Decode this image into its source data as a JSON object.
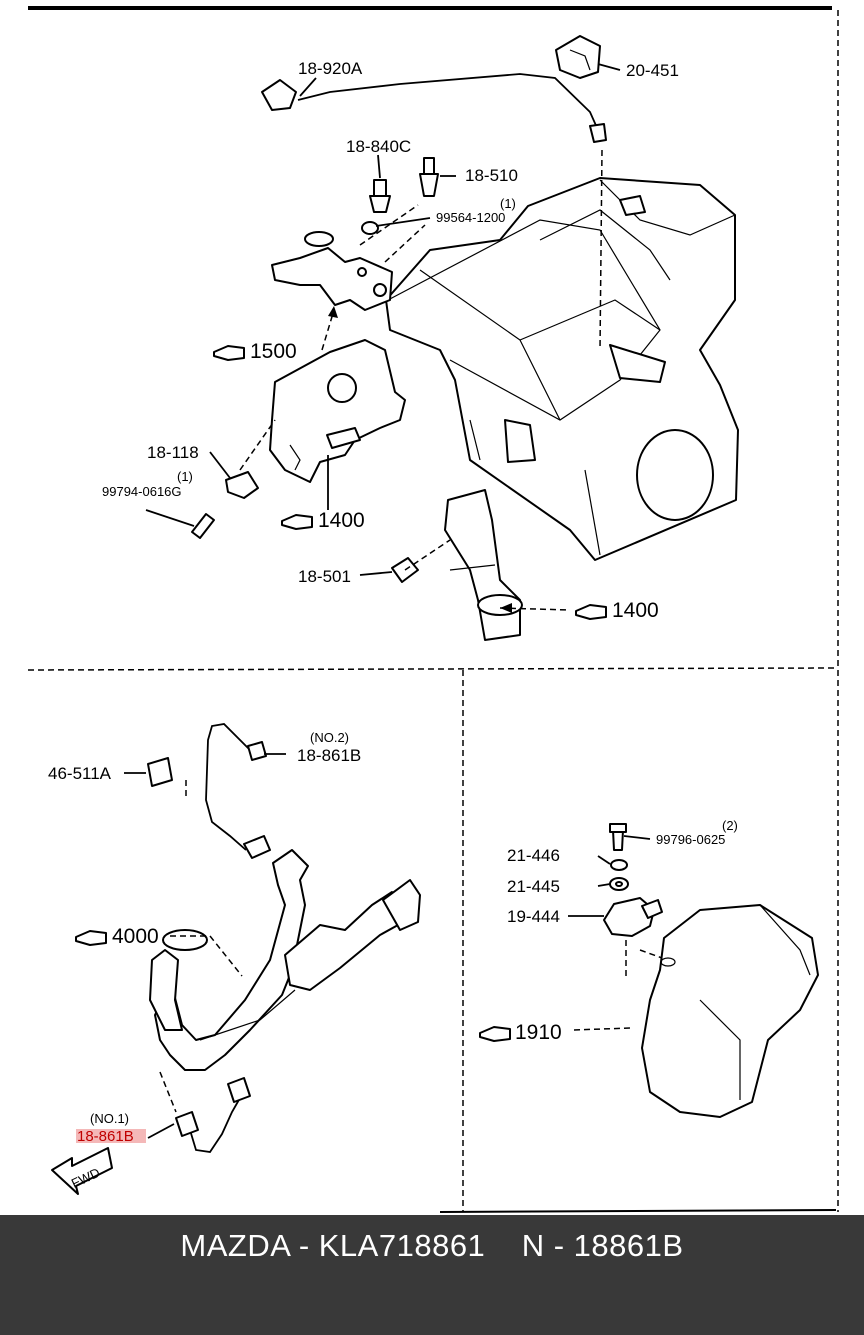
{
  "callouts": {
    "c18_920A": "18-920A",
    "c20_451": "20-451",
    "c18_840C": "18-840C",
    "c18_510": "18-510",
    "c99564_qty": "(1)",
    "c99564": "99564-1200",
    "ref1500": "1500",
    "c18_118": "18-118",
    "c99794_qty": "(1)",
    "c99794": "99794-0616G",
    "ref1400a": "1400",
    "c18_501": "18-501",
    "ref1400b": "1400",
    "c46_511A": "46-511A",
    "no2": "(NO.2)",
    "c18_861B_top": "18-861B",
    "ref4000": "4000",
    "no1": "(NO.1)",
    "c18_861B_bottom": "18-861B",
    "fwd": "FWD",
    "c99796_qty": "(2)",
    "c99796": "99796-0625",
    "c21_446": "21-446",
    "c21_445": "21-445",
    "c19_444": "19-444",
    "ref1910": "1910"
  },
  "colors": {
    "highlight": "#c00000",
    "footer_bg": "#393939"
  },
  "footer": {
    "text": "MAZDA - KLA718861    N - 18861B"
  }
}
